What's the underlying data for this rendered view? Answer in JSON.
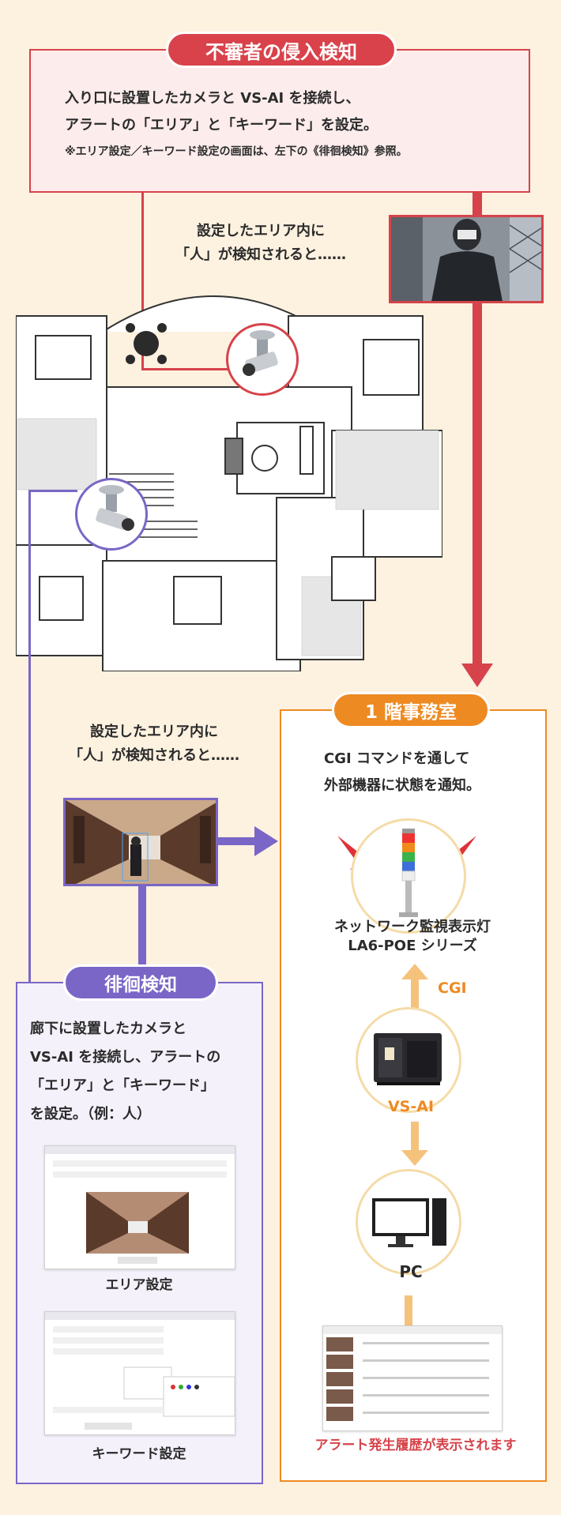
{
  "intrusion": {
    "title": "不審者の侵入検知",
    "line1": "入り口に設置したカメラと VS-AI を接続し、",
    "line2": "アラートの「エリア」と「キーワード」を設定。",
    "note": "※エリア設定／キーワード設定の画面は、左下の《徘徊検知》参照。",
    "caption1": "設定したエリア内に",
    "caption2": "「人」が検知されると……"
  },
  "office": {
    "title": "1 階事務室",
    "line1": "CGI コマンドを通して",
    "line2": "外部機器に状態を通知。",
    "lamp_label1": "ネットワーク監視表示灯",
    "lamp_label2": "LA6-POE シリーズ",
    "cgi_label": "CGI",
    "vsai_label": "VS-AI",
    "pc_label": "PC",
    "history_label": "アラート発生履歴が表示されます"
  },
  "loitering": {
    "title": "徘徊検知",
    "caption1": "設定したエリア内に",
    "caption2": "「人」が検知されると……",
    "line1": "廊下に設置したカメラと",
    "line2": "VS-AI を接続し、アラートの",
    "line3": "「エリア」と「キーワード」",
    "line4": "を設定。（例：人）",
    "area_label": "エリア設定",
    "keyword_label": "キーワード設定"
  },
  "colors": {
    "red": "#d6434a",
    "orange": "#ee8a22",
    "purple": "#7a66c6",
    "background": "#fdf1e0"
  }
}
